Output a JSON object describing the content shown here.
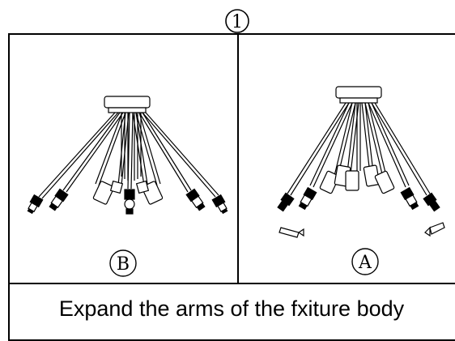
{
  "step": {
    "number": "1"
  },
  "panels": [
    {
      "id": "left",
      "label": "B"
    },
    {
      "id": "right",
      "label": "A"
    }
  ],
  "caption": "Expand the arms of the fxiture body"
}
